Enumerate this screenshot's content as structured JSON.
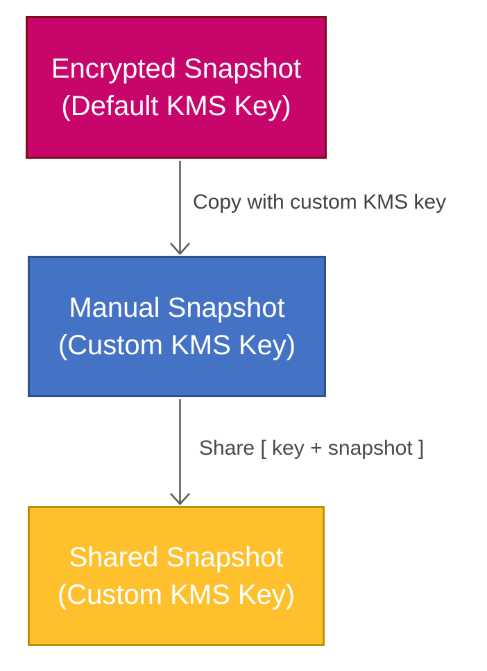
{
  "diagram": {
    "background": "#FFFFFF",
    "nodes": [
      {
        "id": "encrypted-snapshot",
        "line1": "Encrypted Snapshot",
        "line2": "(Default KMS Key)",
        "fill": "#C7056B",
        "border": "#7E0E1A",
        "text_color": "#FFFFFF"
      },
      {
        "id": "manual-snapshot",
        "line1": "Manual Snapshot",
        "line2": "(Custom KMS Key)",
        "fill": "#4472C4",
        "border": "#2F528F",
        "text_color": "#FFFFFF"
      },
      {
        "id": "shared-snapshot",
        "line1": "Shared Snapshot",
        "line2": "(Custom KMS Key)",
        "fill": "#FFC02E",
        "border": "#BF9000",
        "text_color": "#FFFFFF"
      }
    ],
    "edges": [
      {
        "from": "encrypted-snapshot",
        "to": "manual-snapshot",
        "label": "Copy with custom KMS key",
        "line_color": "#595959",
        "label_color": "#3E4347"
      },
      {
        "from": "manual-snapshot",
        "to": "shared-snapshot",
        "label": "Share [ key + snapshot ]",
        "line_color": "#595959",
        "label_color": "#454B4E"
      }
    ]
  }
}
